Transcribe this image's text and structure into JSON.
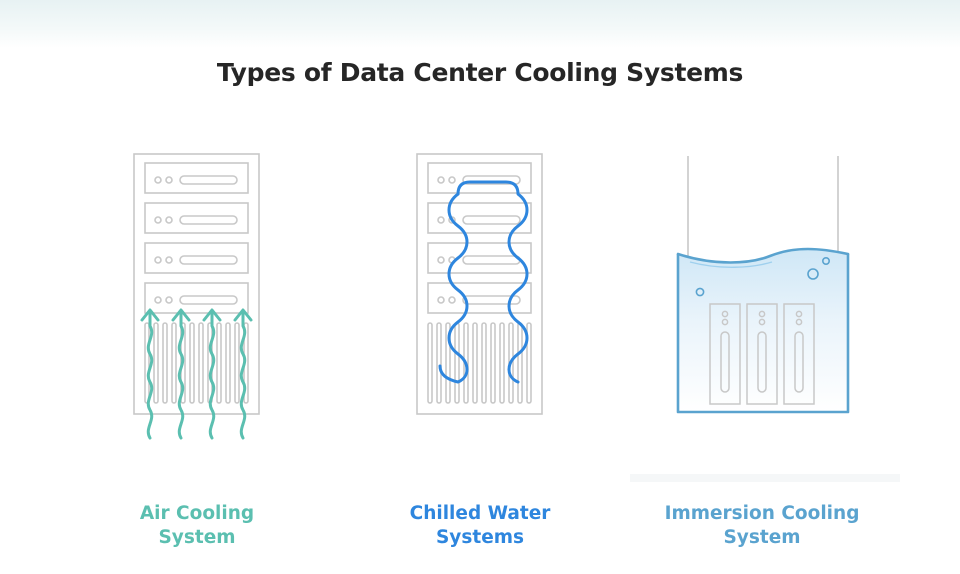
{
  "title": "Types of Data Center Cooling Systems",
  "colors": {
    "air": "#5bbfb0",
    "water": "#2e86de",
    "immersion": "#5aa3cf",
    "outline": "#c8c8c8",
    "title": "#262626"
  },
  "systems": [
    {
      "id": "air",
      "label_line1": "Air Cooling",
      "label_line2": "System",
      "icon": "server-rack-airflow-icon"
    },
    {
      "id": "water",
      "label_line1": "Chilled Water",
      "label_line2": "Systems",
      "icon": "server-rack-water-pipe-icon"
    },
    {
      "id": "immersion",
      "label_line1": "Immersion Cooling",
      "label_line2": "System",
      "icon": "immersion-tank-icon"
    }
  ]
}
